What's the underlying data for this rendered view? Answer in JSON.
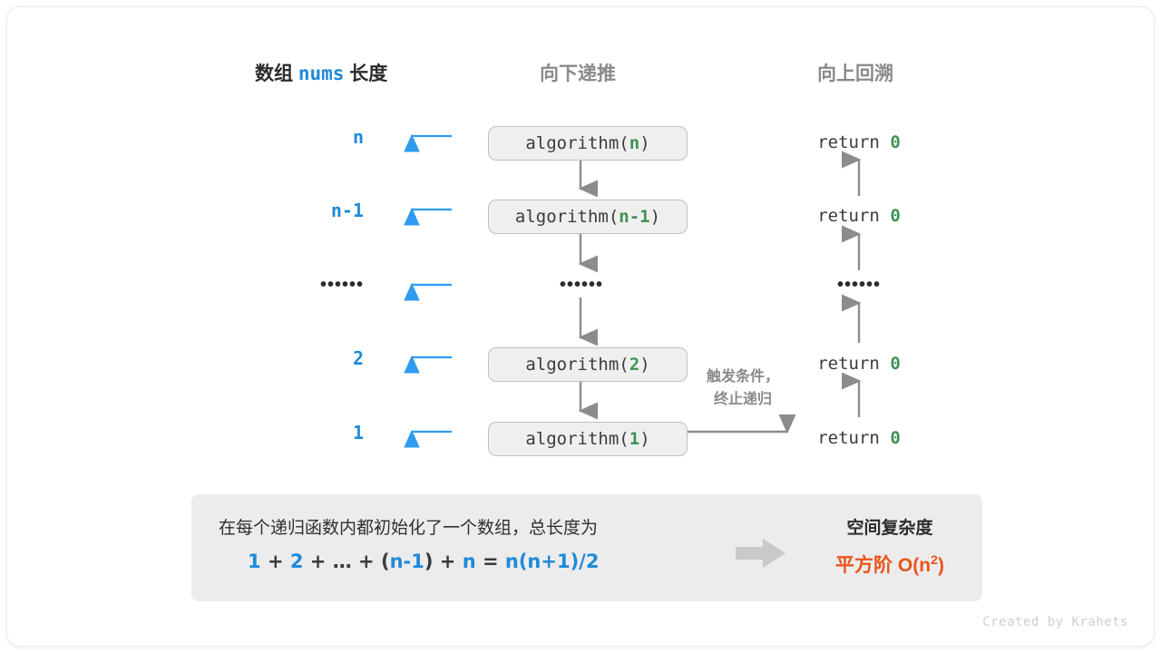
{
  "headers": {
    "left": {
      "prefix": "数组",
      "code": "nums",
      "suffix": "长度"
    },
    "middle": "向下递推",
    "right": "向上回溯"
  },
  "rows": [
    {
      "length": "n",
      "call_prefix": "algorithm(",
      "call_arg": "n",
      "call_suffix": ")",
      "ret_text": "return",
      "ret_value": "0",
      "is_ellipsis": false
    },
    {
      "length": "n-1",
      "call_prefix": "algorithm(",
      "call_arg": "n-1",
      "call_suffix": ")",
      "ret_text": "return",
      "ret_value": "0",
      "is_ellipsis": false
    },
    {
      "length": "••••••",
      "call_prefix": "",
      "call_arg": "",
      "call_suffix": "",
      "ret_text": "••••••",
      "ret_value": "",
      "is_ellipsis": true
    },
    {
      "length": "2",
      "call_prefix": "algorithm(",
      "call_arg": "2",
      "call_suffix": ")",
      "ret_text": "return",
      "ret_value": "0",
      "is_ellipsis": false
    },
    {
      "length": "1",
      "call_prefix": "algorithm(",
      "call_arg": "1",
      "call_suffix": ")",
      "ret_text": "return",
      "ret_value": "0",
      "is_ellipsis": false
    }
  ],
  "trigger_note": {
    "line1": "触发条件，",
    "line2": "终止递归"
  },
  "summary": {
    "text": "在每个递归函数内都初始化了一个数组，总长度为",
    "formula_parts": [
      {
        "t": "1",
        "op": false
      },
      {
        "t": "+",
        "op": true
      },
      {
        "t": "2",
        "op": false
      },
      {
        "t": "+",
        "op": true
      },
      {
        "t": "…",
        "op": true
      },
      {
        "t": "+",
        "op": true
      },
      {
        "t": "(",
        "op": true
      },
      {
        "t": "n-1",
        "op": false
      },
      {
        "t": ")",
        "op": true
      },
      {
        "t": "+",
        "op": true
      },
      {
        "t": "n",
        "op": false
      },
      {
        "t": "=",
        "op": true
      },
      {
        "t": "n(n+1)/2",
        "op": false
      }
    ],
    "right_title": "空间复杂度",
    "right_value_label": "平方阶",
    "right_value_code": "O(n",
    "right_value_exp": "2",
    "right_value_close": ")"
  },
  "credit": "Created by Krahets",
  "colors": {
    "blue": "#1f8ad9",
    "green": "#3f9253",
    "orange": "#e8551b",
    "gray_text": "#8a8a8a",
    "box_fill": "#efefef",
    "box_border": "#c0c0c0",
    "panel_fill": "#ececec",
    "arrow_gray": "#8c8c8c"
  }
}
